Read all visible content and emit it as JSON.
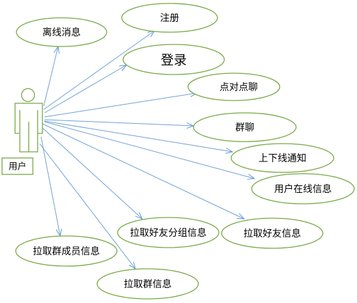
{
  "actor": {
    "label": "用户"
  },
  "use_cases": [
    {
      "id": "offline_msg",
      "label": "离线消息"
    },
    {
      "id": "register",
      "label": "注册"
    },
    {
      "id": "login",
      "label": "登录"
    },
    {
      "id": "p2p_chat",
      "label": "点对点聊"
    },
    {
      "id": "group_chat",
      "label": "群聊"
    },
    {
      "id": "online_notify",
      "label": "上下线通知"
    },
    {
      "id": "online_info",
      "label": "用户在线信息"
    },
    {
      "id": "friend_info",
      "label": "拉取好友信息"
    },
    {
      "id": "friend_group_info",
      "label": "拉取好友分组信息"
    },
    {
      "id": "group_member_info",
      "label": "拉取群成员信息"
    },
    {
      "id": "group_info",
      "label": "拉取群信息"
    }
  ],
  "colors": {
    "ellipse_stroke": "#77A844",
    "actor_stroke": "#77A844",
    "arrow": "#6FA1D6",
    "text": "#000000"
  }
}
